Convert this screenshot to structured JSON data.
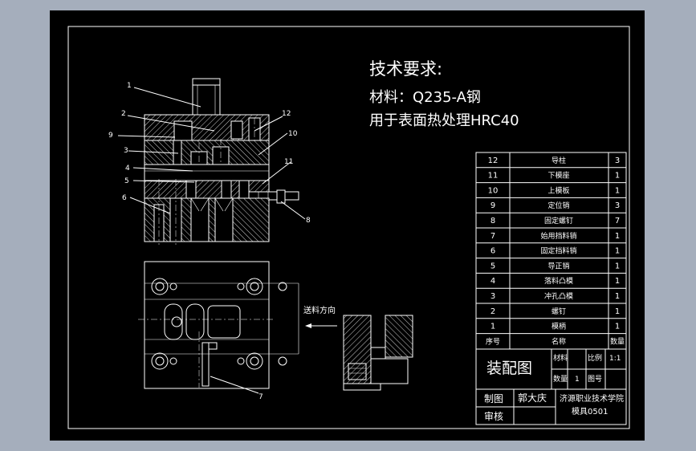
{
  "tech": {
    "heading": "技术要求:",
    "line1": "材料：Q235-A钢",
    "line2": "用于表面热处理HRC40"
  },
  "leaders": {
    "l1": "1",
    "l2": "2",
    "l3": "3",
    "l4": "4",
    "l5": "5",
    "l6": "6",
    "l7": "7",
    "l8": "8",
    "l9": "9",
    "l10": "10",
    "l11": "11",
    "l12": "12"
  },
  "feed_direction": "送料方向",
  "bom": {
    "rows": [
      {
        "no": "12",
        "name": "导柱",
        "qty": "3"
      },
      {
        "no": "11",
        "name": "下模座",
        "qty": "1"
      },
      {
        "no": "10",
        "name": "上模板",
        "qty": "1"
      },
      {
        "no": "9",
        "name": "定位销",
        "qty": "3"
      },
      {
        "no": "8",
        "name": "固定螺钉",
        "qty": "7"
      },
      {
        "no": "7",
        "name": "始用挡料销",
        "qty": "1"
      },
      {
        "no": "6",
        "name": "固定挡料销",
        "qty": "1"
      },
      {
        "no": "5",
        "name": "导正销",
        "qty": "1"
      },
      {
        "no": "4",
        "name": "落料凸模",
        "qty": "1"
      },
      {
        "no": "3",
        "name": "冲孔凸模",
        "qty": "1"
      },
      {
        "no": "2",
        "name": "螺钉",
        "qty": "1"
      },
      {
        "no": "1",
        "name": "模柄",
        "qty": "1"
      }
    ],
    "header": {
      "no": "序号",
      "name": "名称",
      "qty": "数量"
    }
  },
  "title_block": {
    "title": "装配图",
    "material_label": "材料",
    "scale_label": "比例",
    "scale_value": "1:1",
    "quantity_label": "数量",
    "quantity_value": "1",
    "drawing_no_label": "图号",
    "drawn_label": "制图",
    "drawn_name": "郭大庆",
    "checked_label": "审核",
    "school": "济源职业技术学院",
    "class_code": "模具0501"
  }
}
